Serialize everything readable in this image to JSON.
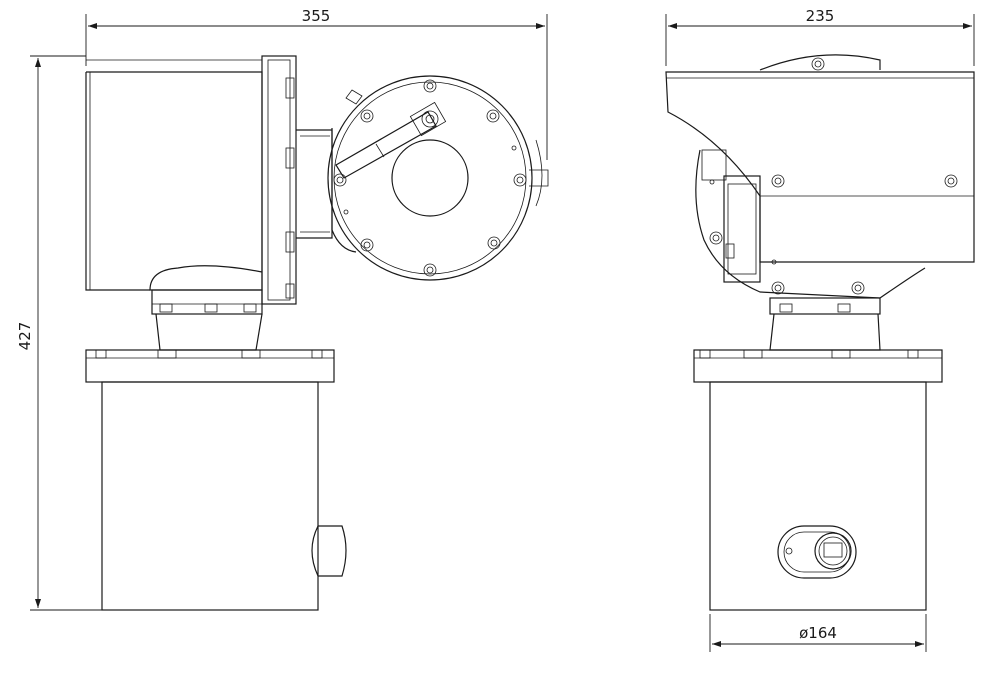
{
  "dimensions": {
    "width_left": "355",
    "width_right": "235",
    "height_left": "427",
    "diameter_base": "ø164"
  },
  "colors": {
    "line": "#1a1a1a",
    "background": "#ffffff"
  }
}
